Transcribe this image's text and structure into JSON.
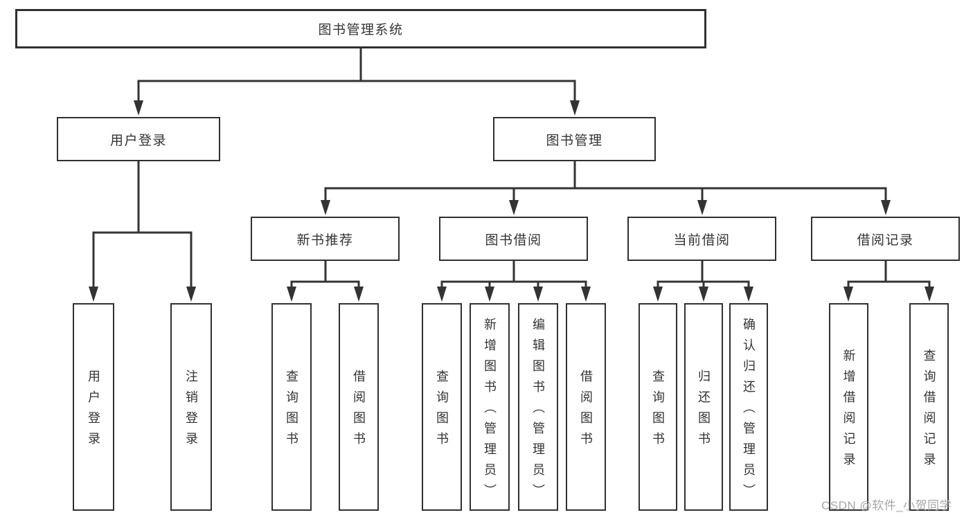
{
  "style": {
    "line_color": "#333333",
    "box_border_color": "#303030",
    "text_color": "#333333",
    "watermark_color": "#a6a6a6",
    "background": "#ffffff"
  },
  "watermark": "CSDN @软件_小贺同学",
  "tree": {
    "root": {
      "label": "图书管理系统"
    },
    "branches": [
      {
        "label": "用户登录",
        "children": [
          {
            "label": "用户登录"
          },
          {
            "label": "注销登录"
          }
        ]
      },
      {
        "label": "图书管理",
        "children": [
          {
            "label": "新书推荐",
            "children": [
              {
                "label": "查询图书"
              },
              {
                "label": "借阅图书"
              }
            ]
          },
          {
            "label": "图书借阅",
            "children": [
              {
                "label": "查询图书"
              },
              {
                "label": "新增图书（管理员）"
              },
              {
                "label": "编辑图书（管理员）"
              },
              {
                "label": "借阅图书"
              }
            ]
          },
          {
            "label": "当前借阅",
            "children": [
              {
                "label": "查询图书"
              },
              {
                "label": "归还图书"
              },
              {
                "label": "确认归还（管理员）"
              }
            ]
          },
          {
            "label": "借阅记录",
            "children": [
              {
                "label": "新增借阅记录"
              },
              {
                "label": "查询借阅记录"
              }
            ]
          }
        ]
      }
    ]
  }
}
